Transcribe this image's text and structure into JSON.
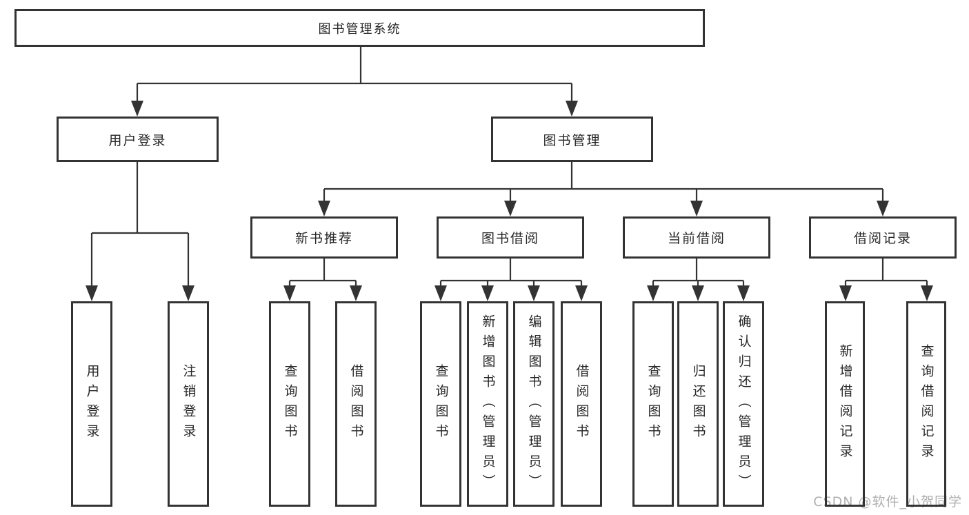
{
  "diagram": {
    "root": {
      "label": "图书管理系统"
    },
    "level2": {
      "user_login": {
        "label": "用户登录"
      },
      "book_mgmt": {
        "label": "图书管理"
      }
    },
    "level3": {
      "new_book_recommend": {
        "label": "新书推荐"
      },
      "book_borrowing": {
        "label": "图书借阅"
      },
      "current_borrowing": {
        "label": "当前借阅"
      },
      "borrowing_records": {
        "label": "借阅记录"
      }
    },
    "leaves": {
      "user_login_leaf": "用户登录",
      "logout_leaf": "注销登录",
      "newbook_query_books": "查询图书",
      "newbook_borrow_books": "借阅图书",
      "borrow_query_books": "查询图书",
      "borrow_add_books_admin": "新增图书（管理员）",
      "borrow_edit_books_admin": "编辑图书（管理员）",
      "borrow_borrow_books": "借阅图书",
      "current_query_books": "查询图书",
      "current_return_books": "归还图书",
      "current_confirm_return_admin": "确认归还（管理员）",
      "records_add_record": "新增借阅记录",
      "records_query_record": "查询借阅记录"
    }
  },
  "watermark": {
    "text": "CSDN @软件_小贺同学"
  },
  "colors": {
    "line": "#333333",
    "text": "#262626",
    "watermark": "#b0b0b0",
    "background": "#ffffff"
  }
}
